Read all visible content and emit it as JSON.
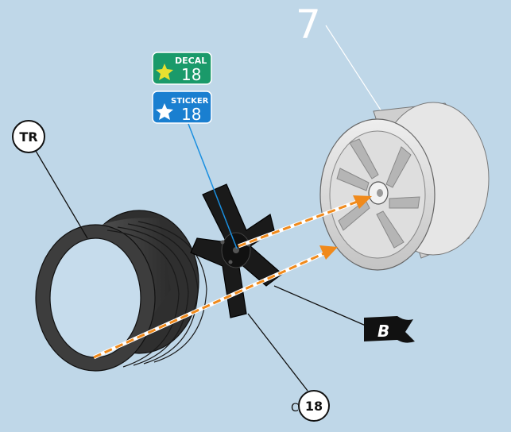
{
  "step_number": "7",
  "labels": {
    "tire_callout": "TR",
    "part_callout_prefix": "C",
    "part_callout_number": "18",
    "flag_letter": "B"
  },
  "badges": {
    "decal": {
      "label": "DECAL",
      "number": "18",
      "color": "#1a9a6a"
    },
    "sticker": {
      "label": "STICKER",
      "number": "18",
      "color": "#1a7fd0"
    }
  },
  "colors": {
    "background": "#bfd7e8",
    "arrow": "#f08a1c",
    "tire": "#3a3a3a",
    "wheel": "#d8d8d8",
    "hub": "#151515"
  }
}
